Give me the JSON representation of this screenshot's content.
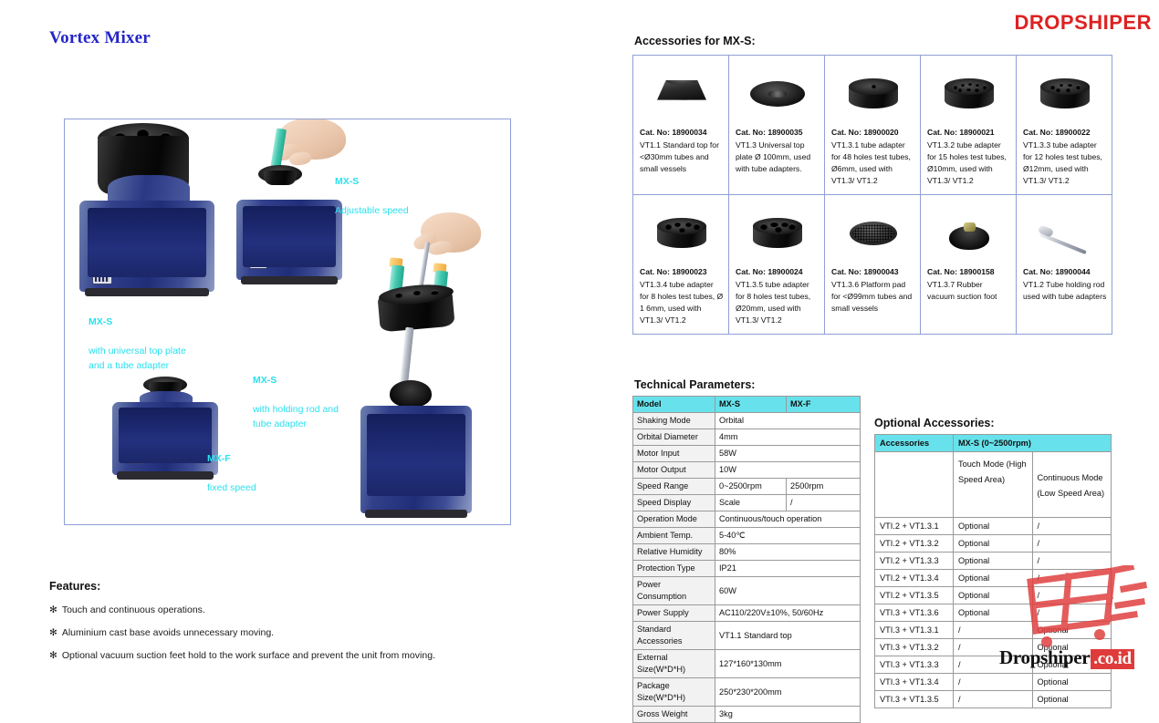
{
  "page_title": "Vortex Mixer",
  "brand_logo": "DROPSHIPER",
  "colors": {
    "title_blue": "#2525c8",
    "brand_red": "#dd2222",
    "label_cyan": "#2ae1ef",
    "table_header_cyan": "#67e2ec",
    "frame_blue": "#8f9fd6"
  },
  "product_image": {
    "labels": [
      {
        "name": "MX-S",
        "desc": "Adjustable speed"
      },
      {
        "name": "MX-S",
        "desc": "with universal top plate\nand a tube adapter"
      },
      {
        "name": "MX-S",
        "desc": "with holding rod and\ntube adapter"
      },
      {
        "name": "MX-F",
        "desc": "fixed speed"
      }
    ]
  },
  "features": {
    "heading": "Features:",
    "star": "✻",
    "items": [
      "Touch and continuous operations.",
      "Aluminium cast base avoids unnecessary moving.",
      "Optional vacuum suction feet hold to the work surface and prevent the unit from moving."
    ]
  },
  "accessories": {
    "heading": "Accessories for MX-S:",
    "items": [
      {
        "cat": "Cat. No: 18900034",
        "desc": "VT1.1 Standard top for <Ø30mm tubes and small vessels",
        "icon": "cone-top-icon"
      },
      {
        "cat": "Cat. No: 18900035",
        "desc": "VT1.3 Universal top plate Ø 100mm, used with tube adapters.",
        "icon": "universal-plate-icon"
      },
      {
        "cat": "Cat. No: 18900020",
        "desc": "VT1.3.1 tube adapter for 48 holes test tubes, Ø6mm, used with VT1.3/ VT1.2",
        "icon": "adapter-48-holes-icon"
      },
      {
        "cat": "Cat. No: 18900021",
        "desc": "VT1.3.2 tube adapter for 15 holes test tubes, Ø10mm, used with VT1.3/ VT1.2",
        "icon": "adapter-15-holes-icon"
      },
      {
        "cat": "Cat. No: 18900022",
        "desc": "VT1.3.3 tube adapter for 12 holes test tubes, Ø12mm, used with VT1.3/ VT1.2",
        "icon": "adapter-12-holes-icon"
      },
      {
        "cat": "Cat. No: 18900023",
        "desc": "VT1.3.4 tube adapter for 8 holes test tubes, Ø 1 6mm, used with VT1.3/ VT1.2",
        "icon": "adapter-8-holes-16mm-icon"
      },
      {
        "cat": "Cat. No: 18900024",
        "desc": "VT1.3.5 tube adapter for 8 holes test tubes, Ø20mm, used with VT1.3/ VT1.2",
        "icon": "adapter-8-holes-20mm-icon"
      },
      {
        "cat": "Cat. No: 18900043",
        "desc": "VT1.3.6 Platform pad for <Ø99mm tubes and small vessels",
        "icon": "platform-pad-icon"
      },
      {
        "cat": "Cat. No: 18900158",
        "desc": "VT1.3.7 Rubber vacuum suction foot",
        "icon": "suction-foot-icon"
      },
      {
        "cat": "Cat. No: 18900044",
        "desc": "VT1.2 Tube holding rod used with tube adapters",
        "icon": "holding-rod-icon"
      }
    ]
  },
  "technical": {
    "heading": "Technical Parameters:",
    "header": [
      "Model",
      "MX-S",
      "MX-F"
    ],
    "rows": [
      {
        "label": "Shaking Mode",
        "v1": "Orbital",
        "v2": "",
        "span": true
      },
      {
        "label": "Orbital Diameter",
        "v1": "4mm",
        "v2": "",
        "span": true
      },
      {
        "label": "Motor Input",
        "v1": "58W",
        "v2": "",
        "span": true
      },
      {
        "label": "Motor Output",
        "v1": "10W",
        "v2": "",
        "span": true
      },
      {
        "label": "Speed Range",
        "v1": "0~2500rpm",
        "v2": "2500rpm",
        "span": false
      },
      {
        "label": "Speed Display",
        "v1": "Scale",
        "v2": "/",
        "span": false
      },
      {
        "label": "Operation Mode",
        "v1": "Continuous/touch operation",
        "v2": "",
        "span": true
      },
      {
        "label": "Ambient Temp.",
        "v1": "5-40℃",
        "v2": "",
        "span": true
      },
      {
        "label": "Relative Humidity",
        "v1": "80%",
        "v2": "",
        "span": true
      },
      {
        "label": "Protection Type",
        "v1": "IP21",
        "v2": "",
        "span": true
      },
      {
        "label": "Power Consumption",
        "v1": "60W",
        "v2": "",
        "span": true
      },
      {
        "label": "Power Supply",
        "v1": "AC110/220V±10%, 50/60Hz",
        "v2": "",
        "span": true
      },
      {
        "label": "Standard Accessories",
        "v1": "VT1.1 Standard top",
        "v2": "",
        "span": true
      },
      {
        "label": "External Size(W*D*H)",
        "v1": "127*160*130mm",
        "v2": "",
        "span": true
      },
      {
        "label": "Package Size(W*D*H)",
        "v1": "250*230*200mm",
        "v2": "",
        "span": true
      },
      {
        "label": "Gross Weight",
        "v1": "3kg",
        "v2": "",
        "span": true
      }
    ]
  },
  "optional": {
    "heading": "Optional Accessories:",
    "header": {
      "col0": "Accessories",
      "col1": "MX-S (0~2500rpm)"
    },
    "subheader": {
      "touch": "Touch Mode (High Speed Area)",
      "continuous": "Continuous Mode (Low Speed Area)"
    },
    "rows": [
      {
        "acc": "VTI.2 + VT1.3.1",
        "touch": "Optional",
        "cont": "/"
      },
      {
        "acc": "VTI.2 + VT1.3.2",
        "touch": "Optional",
        "cont": "/"
      },
      {
        "acc": "VTI.2 + VT1.3.3",
        "touch": "Optional",
        "cont": "/"
      },
      {
        "acc": "VTI.2 + VT1.3.4",
        "touch": "Optional",
        "cont": "/"
      },
      {
        "acc": "VTI.2 + VT1.3.5",
        "touch": "Optional",
        "cont": "/"
      },
      {
        "acc": "VTI.3 + VT1.3.6",
        "touch": "Optional",
        "cont": "/"
      },
      {
        "acc": "VTI.3 + VT1.3.1",
        "touch": "/",
        "cont": "Optional"
      },
      {
        "acc": "VTI.3 + VT1.3.2",
        "touch": "/",
        "cont": "Optional"
      },
      {
        "acc": "VTI.3 + VT1.3.3",
        "touch": "/",
        "cont": "Optional"
      },
      {
        "acc": "VTI.3 + VT1.3.4",
        "touch": "/",
        "cont": "Optional"
      },
      {
        "acc": "VTI.3 + VT1.3.5",
        "touch": "/",
        "cont": "Optional"
      }
    ]
  },
  "watermark": {
    "name": "Dropshiper",
    "suffix": ".co.id"
  }
}
